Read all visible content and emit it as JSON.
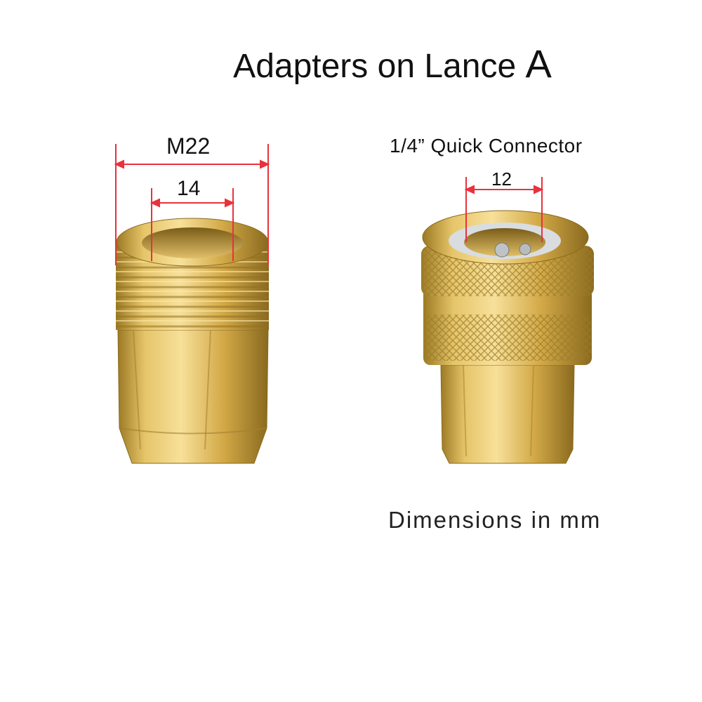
{
  "title": {
    "main": "Adapters on Lance ",
    "letter": "A"
  },
  "left_adapter": {
    "outer_label": "M22",
    "inner_label": "14"
  },
  "right_adapter": {
    "name_label": "1/4” Quick Connector",
    "inner_label": "12"
  },
  "footer": {
    "note": "Dimensions in mm"
  },
  "colors": {
    "brass_light": "#f0d27a",
    "brass_mid": "#cfa543",
    "brass_dark": "#8a6a1f",
    "dimension_line": "#e8323c"
  }
}
